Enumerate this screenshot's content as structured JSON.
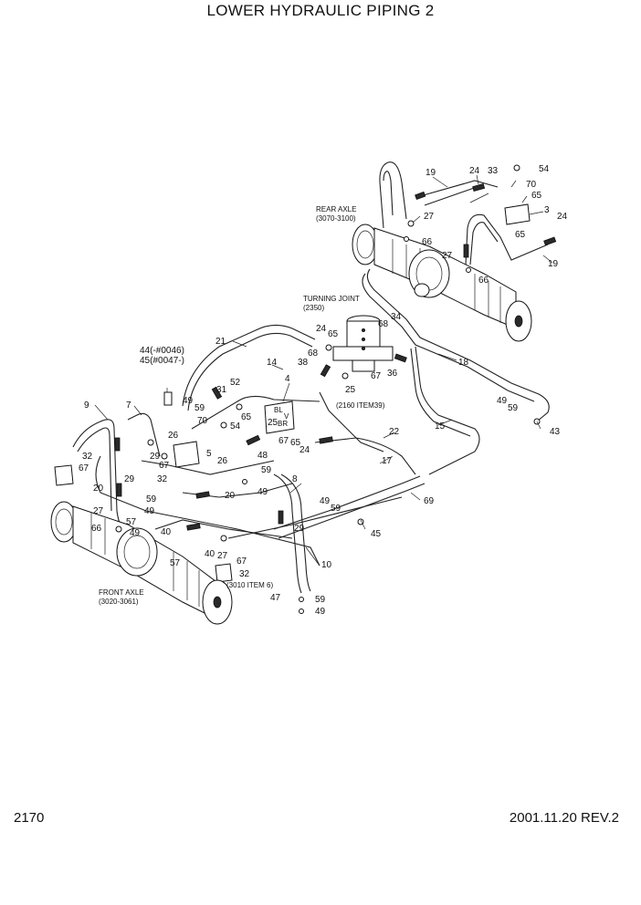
{
  "title": "LOWER HYDRAULIC PIPING 2",
  "page_number": "2170",
  "revision": "2001.11.20 REV.2",
  "notes": {
    "rear_axle": "REAR AXLE",
    "rear_axle_ref": "(3070-3100)",
    "turning_joint": "TURNING JOINT",
    "turning_joint_ref": "(2350)",
    "front_axle": "FRONT AXLE",
    "front_axle_ref": "(3020-3061)",
    "item_2160": "(2160 ITEM39)",
    "item_3010": "(3010 ITEM 6)",
    "serial_44": "44(-#0046)",
    "serial_45": "45(#0047-)"
  },
  "valve_letters": {
    "bl": "BL",
    "v": "V",
    "br": "BR"
  },
  "callouts": [
    "19",
    "24",
    "33",
    "54",
    "70",
    "65",
    "3",
    "27",
    "66",
    "24",
    "65",
    "19",
    "27",
    "66",
    "34",
    "68",
    "24",
    "65",
    "68",
    "38",
    "25",
    "67",
    "36",
    "21",
    "18",
    "14",
    "4",
    "52",
    "31",
    "59",
    "49",
    "70",
    "54",
    "65",
    "25",
    "48",
    "67",
    "65",
    "24",
    "22",
    "15",
    "49",
    "59",
    "43",
    "9",
    "7",
    "32",
    "67",
    "26",
    "29",
    "5",
    "67",
    "26",
    "59",
    "32",
    "29",
    "49",
    "8",
    "17",
    "20",
    "59",
    "49",
    "20",
    "27",
    "57",
    "66",
    "49",
    "40",
    "27",
    "32",
    "40",
    "57",
    "67",
    "29",
    "10",
    "47",
    "59",
    "49",
    "49",
    "59",
    "69",
    "45"
  ]
}
